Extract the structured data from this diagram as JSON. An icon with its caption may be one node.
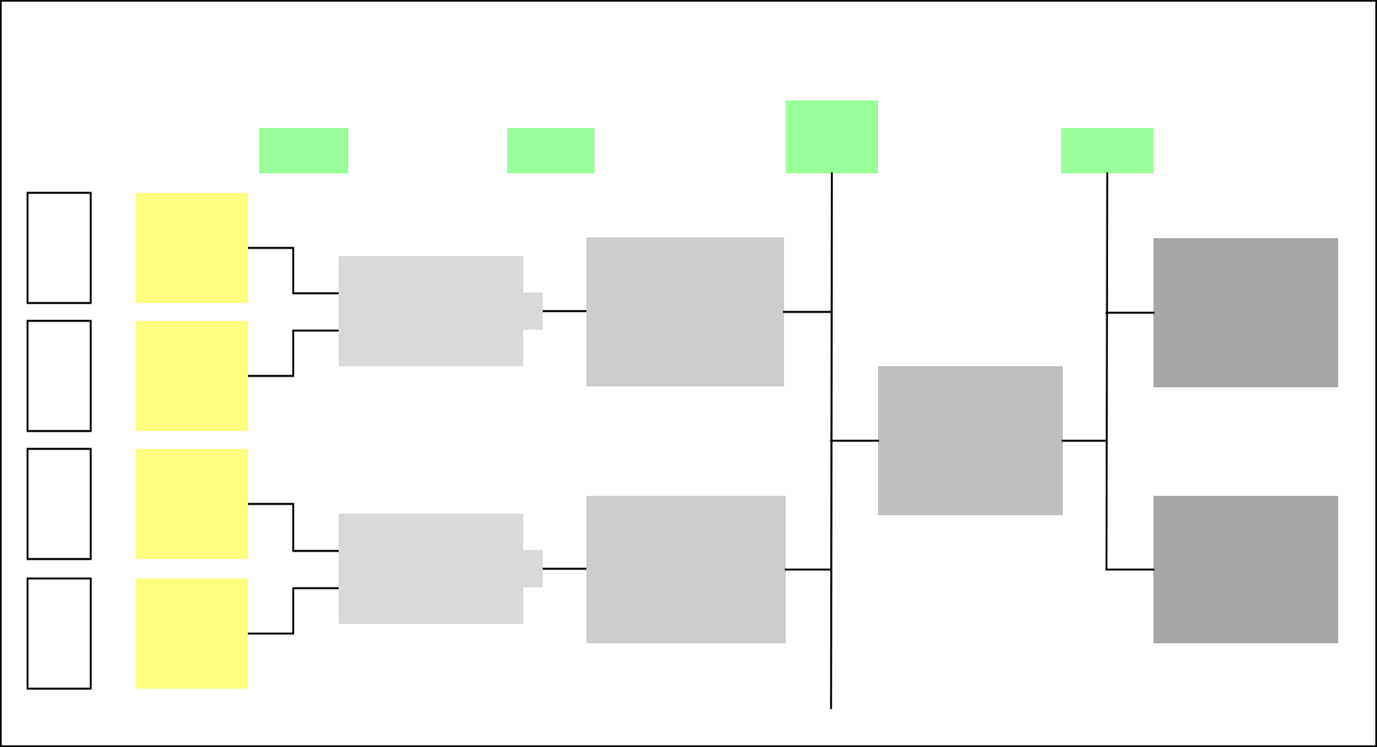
{
  "diagram": {
    "nodes": [
      {
        "text": [],
        "shape": "box"
      },
      {
        "text": [],
        "shape": "box"
      },
      {
        "text": [],
        "shape": "box"
      },
      {
        "text": [],
        "shape": "box"
      },
      {
        "text": [],
        "shape": "box"
      },
      {
        "text": [],
        "shape": "box"
      },
      {
        "text": [],
        "shape": "box"
      },
      {
        "text": [],
        "shape": "box"
      },
      {
        "text": [],
        "shape": "box"
      },
      {
        "text": [],
        "shape": "box"
      },
      {
        "text": [],
        "shape": "box"
      },
      {
        "text": [],
        "shape": "box"
      },
      {
        "text": [],
        "shape": "box"
      },
      {
        "text": [],
        "shape": "box"
      },
      {
        "text": [],
        "shape": "box"
      },
      {
        "text": [],
        "shape": "box"
      },
      {
        "text": [],
        "shape": "box"
      },
      {
        "text": [],
        "shape": "box"
      },
      {
        "text": [],
        "shape": "box"
      }
    ],
    "edges": [
      {
        "from": 8,
        "to": 12,
        "arrow": "none"
      },
      {
        "from": 9,
        "to": 12,
        "arrow": "none"
      },
      {
        "from": 10,
        "to": 13,
        "arrow": "none"
      },
      {
        "from": 11,
        "to": 13,
        "arrow": "none"
      },
      {
        "from": 12,
        "to": 14,
        "arrow": "none"
      },
      {
        "from": 13,
        "to": 15,
        "arrow": "none"
      },
      {
        "from": 14,
        "to": 16,
        "arrow": "none"
      },
      {
        "from": 15,
        "to": 16,
        "arrow": "none"
      },
      {
        "from": 2,
        "to": 16,
        "arrow": "none"
      },
      {
        "from": 16,
        "to": 17,
        "arrow": "none"
      },
      {
        "from": 16,
        "to": 18,
        "arrow": "none"
      },
      {
        "from": 3,
        "to": 16,
        "arrow": "none"
      }
    ]
  }
}
